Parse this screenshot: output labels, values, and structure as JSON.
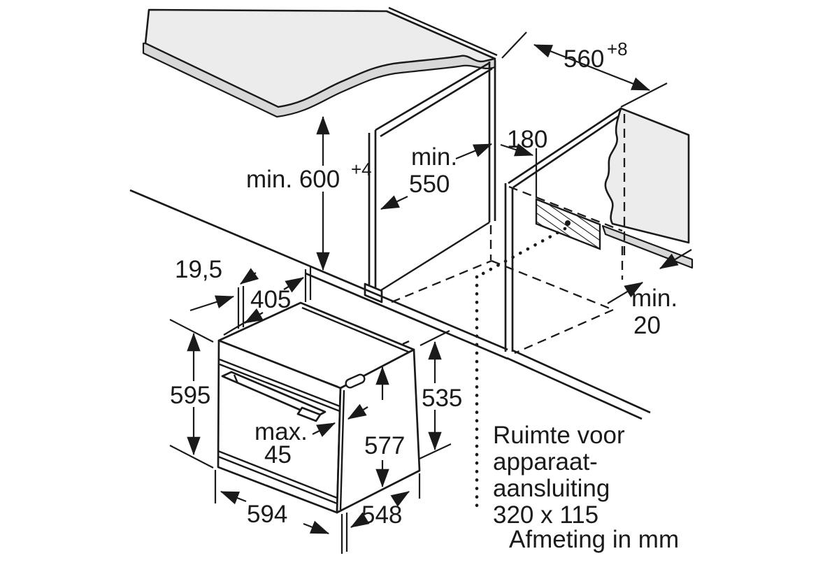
{
  "drawing": {
    "title_hint": "built-in oven installation drawing",
    "colors": {
      "line": "#1a1a1a",
      "surface_fill": "#ececec",
      "edge_band_fill": "#d8d8d8",
      "background": "#ffffff"
    },
    "dimensions": {
      "top_width": {
        "label": "560",
        "sup": "+8"
      },
      "niche_height": {
        "label": "min. 600",
        "sup": "+4"
      },
      "niche_depth": {
        "line1": "min.",
        "line2": "550"
      },
      "connection_offset": "180",
      "rear_gap": {
        "line1": "min.",
        "line2": "20"
      },
      "front_overhang": "19,5",
      "top_depth": "405",
      "oven_front_height": "595",
      "niche_inner_height": "535",
      "door_max": {
        "line1": "max.",
        "line2": "45"
      },
      "body_height": "577",
      "oven_width": "594",
      "oven_depth": "548"
    },
    "notes": {
      "connection_line1": "Ruimte voor",
      "connection_line2": "apparaat-",
      "connection_line3": "aansluiting",
      "connection_line4": "320 x 115",
      "units_note": "Afmeting in mm"
    }
  }
}
